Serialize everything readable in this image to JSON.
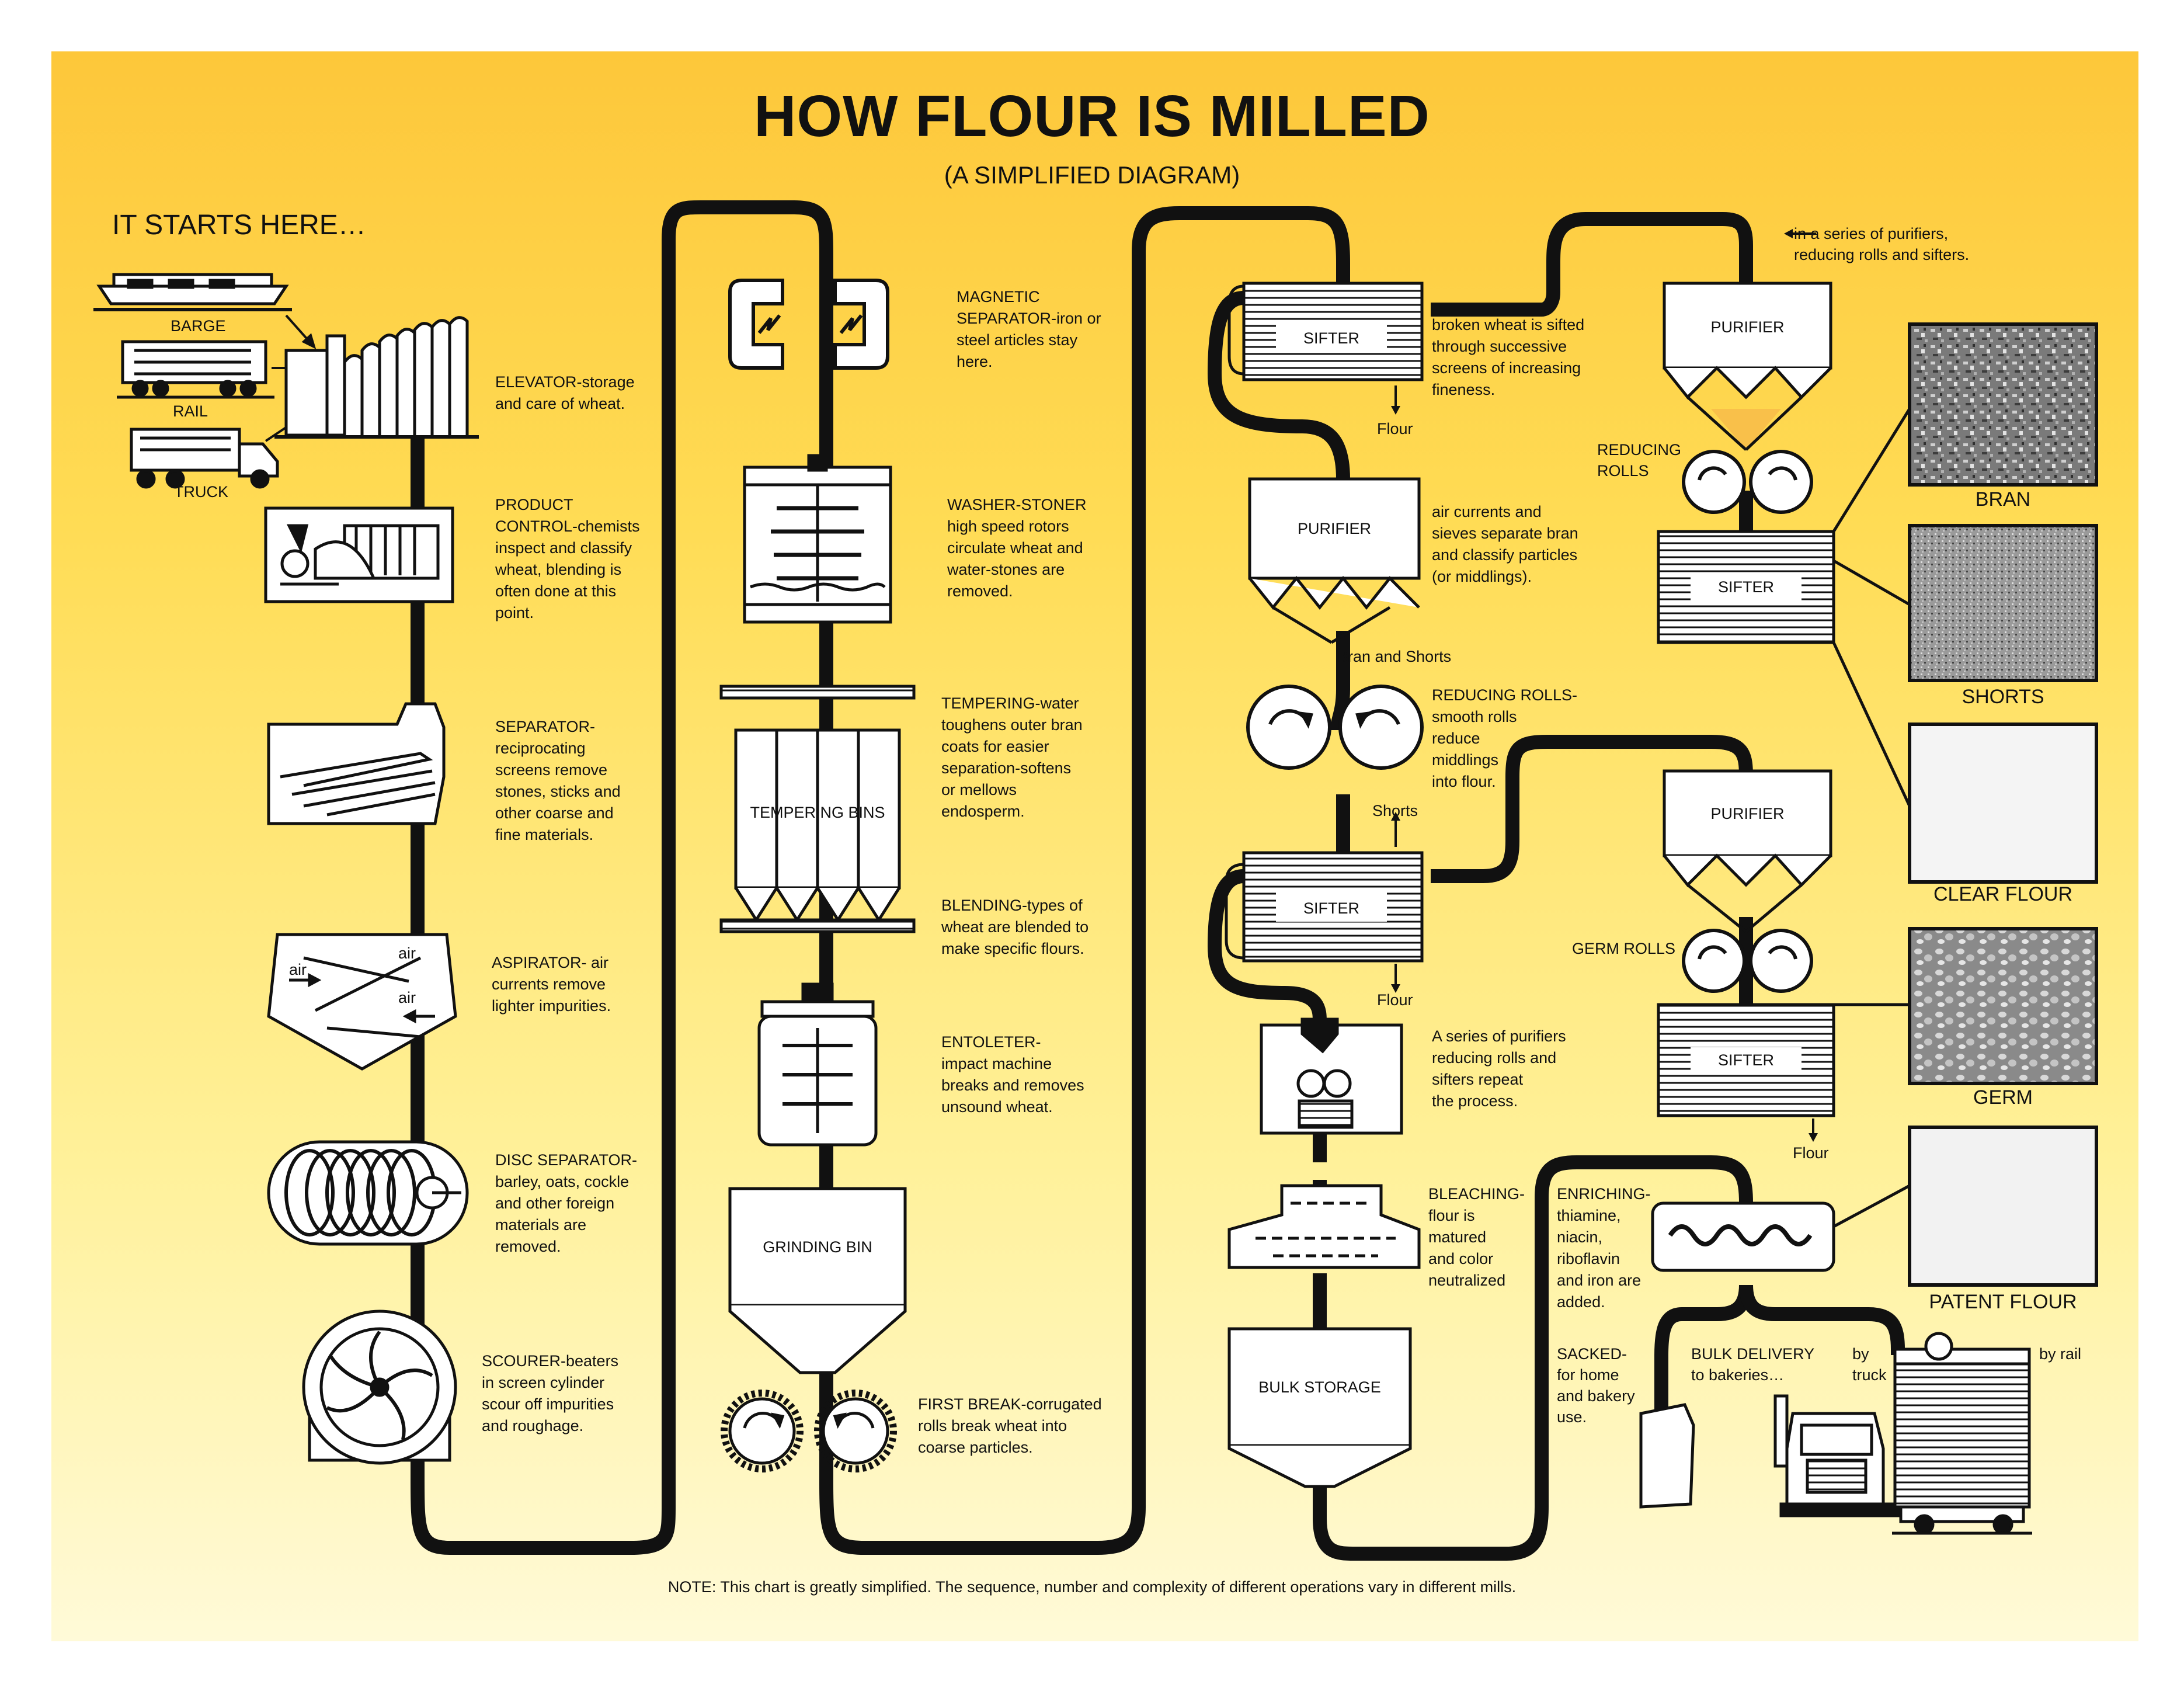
{
  "title": "HOW FLOUR IS MILLED",
  "subtitle": "(A SIMPLIFIED DIAGRAM)",
  "start_label": "IT STARTS HERE…",
  "note": "NOTE:  This chart is greatly simplified.  The sequence, number and complexity of different operations vary in different mills.",
  "sources": {
    "barge": "BARGE",
    "rail": "RAIL",
    "truck": "TRUCK"
  },
  "steps": {
    "elevator": "ELEVATOR-storage\nand care of wheat.",
    "product_control": "PRODUCT\nCONTROL-chemists\ninspect and classify\nwheat, blending is\noften done at this\npoint.",
    "separator": "SEPARATOR-\nreciprocating\nscreens remove\nstones, sticks and\nother coarse and\nfine materials.",
    "aspirator": "ASPIRATOR- air\ncurrents remove\nlighter impurities.",
    "disc_separator": "DISC SEPARATOR-\nbarley, oats, cockle\nand other foreign\nmaterials are\nremoved.",
    "scourer": "SCOURER-beaters\nin screen cylinder\nscour off impurities\nand roughage.",
    "magnetic_separator": "MAGNETIC\nSEPARATOR-iron or\nsteel articles stay\nhere.",
    "washer_stoner": "WASHER-STONER\nhigh speed rotors\ncirculate wheat and\nwater-stones are\nremoved.",
    "tempering": "TEMPERING-water\ntoughens outer bran\ncoats for easier\nseparation-softens\nor mellows\nendosperm.",
    "blending": "BLENDING-types of\nwheat are blended to\nmake specific flours.",
    "entoleter": "ENTOLETER-\nimpact machine\nbreaks and removes\nunsound wheat.",
    "first_break": "FIRST BREAK-corrugated\nrolls break wheat into\ncoarse particles.",
    "sifter_1": "broken wheat is sifted\nthrough successive\nscreens of increasing\nfineness.",
    "purifier_1": "air currents and\nsieves separate bran\nand classify particles\n(or middlings).",
    "reducing_rolls": "REDUCING ROLLS-\nsmooth rolls\nreduce\nmiddlings\ninto flour.",
    "repeat": "A series of purifiers\nreducing rolls and\nsifters repeat\nthe process.",
    "bleaching": "BLEACHING-\nflour is\nmatured\nand color\nneutralized",
    "enriching": "ENRICHING-\nthiamine,\nniacin,\nriboflavin\nand iron are\nadded.",
    "series": "in a series of purifiers,\nreducing rolls and sifters."
  },
  "boxes": {
    "tempering_bins": "TEMPERING BINS",
    "grinding_bin": "GRINDING BIN",
    "bulk_storage": "BULK STORAGE",
    "sifter": "SIFTER",
    "purifier": "PURIFIER"
  },
  "labels": {
    "air": "air",
    "flour": "Flour",
    "bran_and_shorts": "Bran and Shorts",
    "shorts": "Shorts",
    "reducing_rolls": "REDUCING\nROLLS",
    "germ_rolls": "GERM ROLLS",
    "sacked": "SACKED-\nfor home\nand bakery\nuse.",
    "bulk_delivery": "BULK DELIVERY\nto bakeries…",
    "by_truck": "by\ntruck",
    "by_rail": "by rail"
  },
  "products": [
    "BRAN",
    "SHORTS",
    "CLEAR FLOUR",
    "GERM",
    "PATENT FLOUR"
  ],
  "colors": {
    "background_top": "#fdc73a",
    "background_bottom": "#fffad8",
    "ink": "#111111"
  }
}
